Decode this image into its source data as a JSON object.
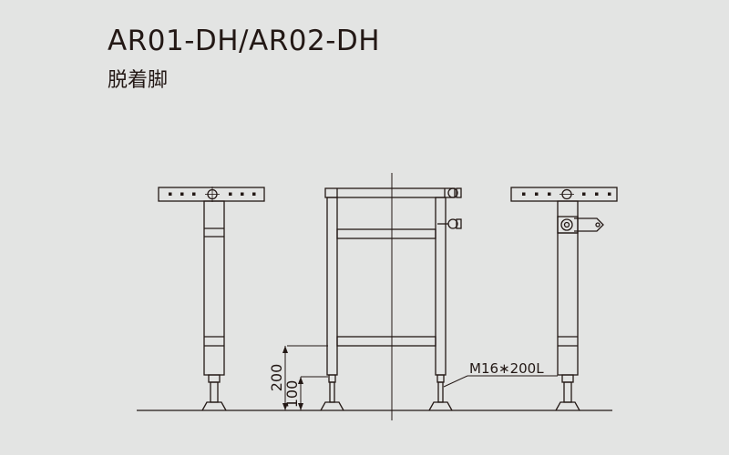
{
  "title": "AR01-DH/AR02-DH",
  "subtitle": "脱着脚",
  "dimensions": {
    "height_200": "200",
    "height_100": "100"
  },
  "callout": {
    "bolt_label": "M16∗200L"
  }
}
